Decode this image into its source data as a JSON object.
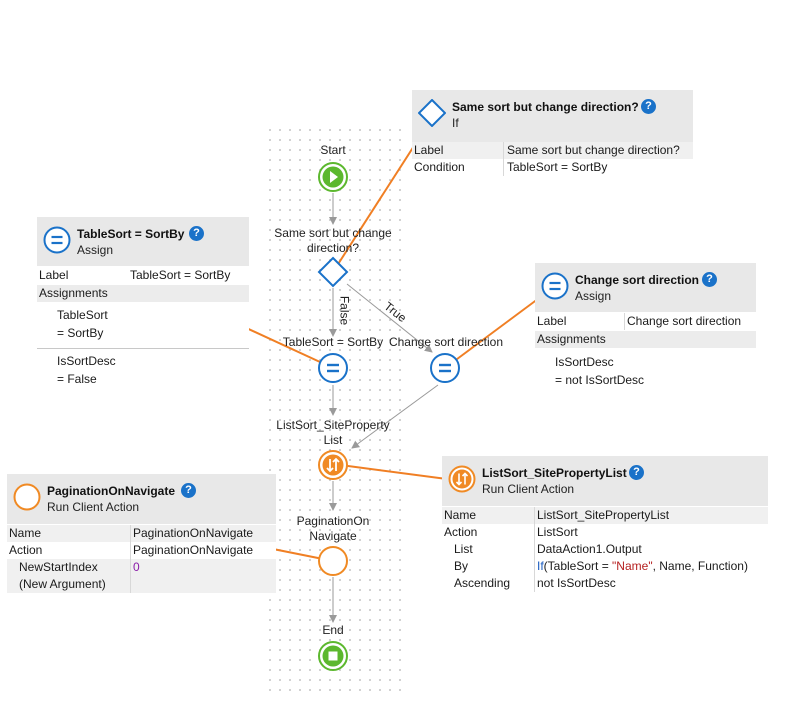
{
  "flow": {
    "start_label": "Start",
    "if_label": "Same sort but change direction?",
    "false_label": "False",
    "true_label": "True",
    "assign1_label": "TableSort = SortBy",
    "assign2_label": "Change sort direction",
    "listsort_label": "ListSort_SiteProperty List",
    "pagination_label": "PaginationOn Navigate",
    "end_label": "End"
  },
  "if_panel": {
    "title": "Same sort but change direction?",
    "subtitle": "If",
    "help": "?",
    "rows": [
      {
        "key": "Label",
        "value": "Same sort but change direction?"
      },
      {
        "key": "Condition",
        "value": "TableSort = SortBy"
      }
    ]
  },
  "assign1_panel": {
    "title": "TableSort = SortBy",
    "subtitle": "Assign",
    "help": "?",
    "label_key": "Label",
    "label_value": "TableSort = SortBy",
    "section": "Assignments",
    "assignments": [
      {
        "var": "TableSort",
        "expr": "=  SortBy"
      },
      {
        "var": "IsSortDesc",
        "expr": "=  False"
      }
    ]
  },
  "assign2_panel": {
    "title": "Change sort direction",
    "subtitle": "Assign",
    "help": "?",
    "label_key": "Label",
    "label_value": "Change sort direction",
    "section": "Assignments",
    "assignments": [
      {
        "var": "IsSortDesc",
        "expr": "=  not IsSortDesc"
      }
    ]
  },
  "listsort_panel": {
    "title": "ListSort_SitePropertyList",
    "subtitle": "Run Client Action",
    "help": "?",
    "rows": [
      {
        "key": "Name",
        "value": "ListSort_SitePropertyList"
      },
      {
        "key": "Action",
        "value": "ListSort"
      },
      {
        "key": "List",
        "value": "DataAction1.Output"
      },
      {
        "key": "By",
        "value_kw": "If",
        "value_a": "(TableSort = ",
        "value_str": "\"Name\"",
        "value_b": ", Name, Function)"
      },
      {
        "key": "Ascending",
        "value": "not IsSortDesc"
      }
    ]
  },
  "pagination_panel": {
    "title": "PaginationOnNavigate",
    "subtitle": "Run Client Action",
    "help": "?",
    "rows": [
      {
        "key": "Name",
        "value": "PaginationOnNavigate"
      },
      {
        "key": "Action",
        "value": "PaginationOnNavigate"
      },
      {
        "key": "NewStartIndex",
        "value": "0"
      },
      {
        "key": "(New Argument)",
        "value": ""
      }
    ]
  },
  "colors": {
    "connector": "#f07f24",
    "flow_arrow": "#9a9a9a",
    "assign_blue": "#1a72c9",
    "run_orange": "#f08a24",
    "start_green": "#5cb82e",
    "header_gray": "#e8e8e8"
  },
  "icons": {
    "start": "play-icon",
    "if": "diamond-icon",
    "assign": "equals-icon",
    "run_action": "sort-arrows-icon",
    "pagination": "circle-icon",
    "end": "stop-icon",
    "help": "question-icon"
  }
}
